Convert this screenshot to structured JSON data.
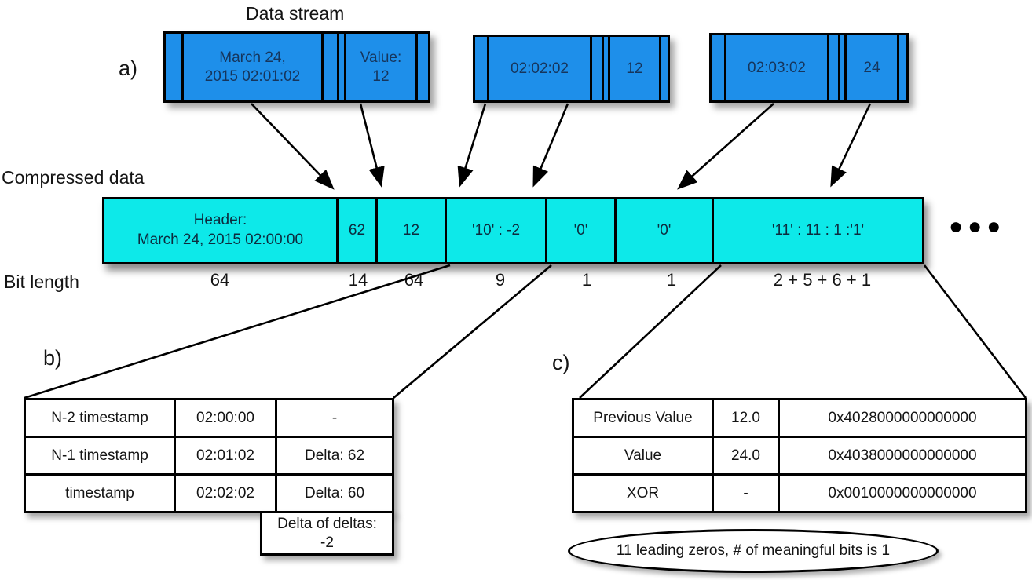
{
  "labels": {
    "title": "Data stream",
    "compressed": "Compressed data",
    "bit_length": "Bit length",
    "a": "a)",
    "b": "b)",
    "c": "c)",
    "ellipsis": "●●●"
  },
  "stream_blocks": [
    {
      "timestamp": "March 24,\n2015 02:01:02",
      "value": "Value:\n12"
    },
    {
      "timestamp": "02:02:02",
      "value": "12"
    },
    {
      "timestamp": "02:03:02",
      "value": "24"
    }
  ],
  "compressed_cells": [
    {
      "text": "Header:\nMarch 24, 2015 02:00:00",
      "bits": "64"
    },
    {
      "text": "62",
      "bits": "14"
    },
    {
      "text": "12",
      "bits": "64"
    },
    {
      "text": "'10' : -2",
      "bits": "9"
    },
    {
      "text": "'0'",
      "bits": "1"
    },
    {
      "text": "'0'",
      "bits": "1"
    },
    {
      "text": "'11' : 11 : 1 :'1'",
      "bits": "2 + 5 + 6 + 1"
    }
  ],
  "table_b": {
    "rows": [
      [
        "N-2 timestamp",
        "02:00:00",
        "-"
      ],
      [
        "N-1 timestamp",
        "02:01:02",
        "Delta: 62"
      ],
      [
        "timestamp",
        "02:02:02",
        "Delta: 60"
      ]
    ],
    "footer": "Delta of deltas:\n-2"
  },
  "table_c": {
    "rows": [
      [
        "Previous Value",
        "12.0",
        "0x4028000000000000"
      ],
      [
        "Value",
        "24.0",
        "0x4038000000000000"
      ],
      [
        "XOR",
        "-",
        "0x0010000000000000"
      ]
    ],
    "callout": "11 leading zeros, # of meaningful bits is 1"
  },
  "colors": {
    "stream_fill": "#1e8fea",
    "compressed_fill": "#0de9e9",
    "stream_text": "#16355c",
    "line": "#000000"
  }
}
